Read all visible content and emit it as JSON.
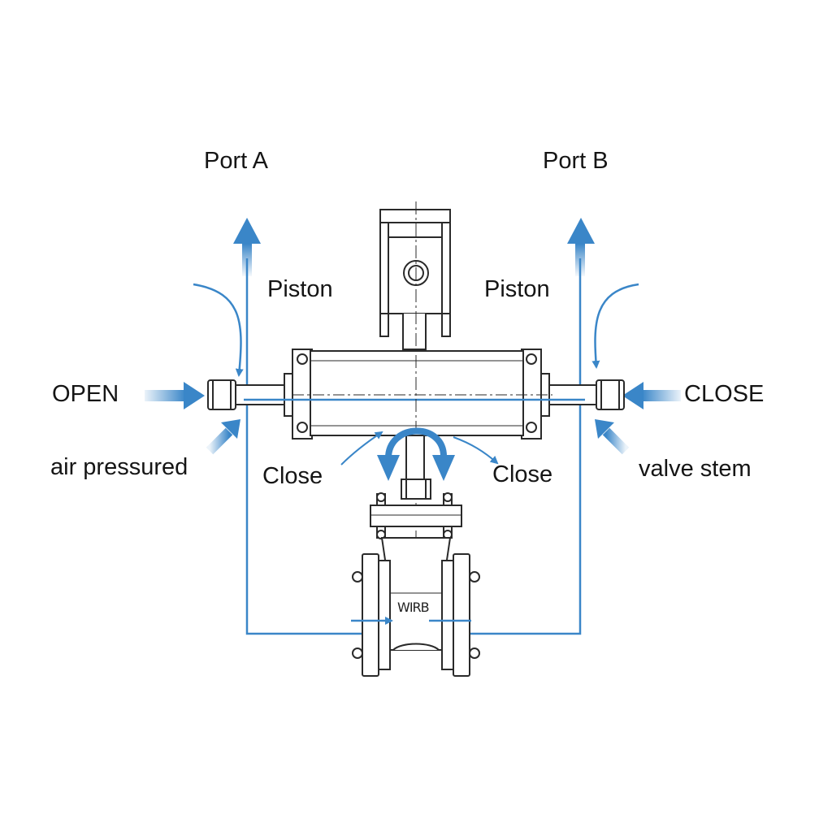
{
  "labels": {
    "port_a": "Port A",
    "port_b": "Port B",
    "piston_left": "Piston",
    "piston_right": "Piston",
    "open": "OPEN",
    "close_right": "CLOSE",
    "air_pressured": "air pressured",
    "valve_stem": "valve stem",
    "close_left": "Close",
    "close_center_right": "Close",
    "body_marking": "WIRB"
  },
  "colors": {
    "flow": "#3a86c8",
    "line": "#2a2a2a",
    "text": "#151515",
    "background": "#ffffff"
  }
}
